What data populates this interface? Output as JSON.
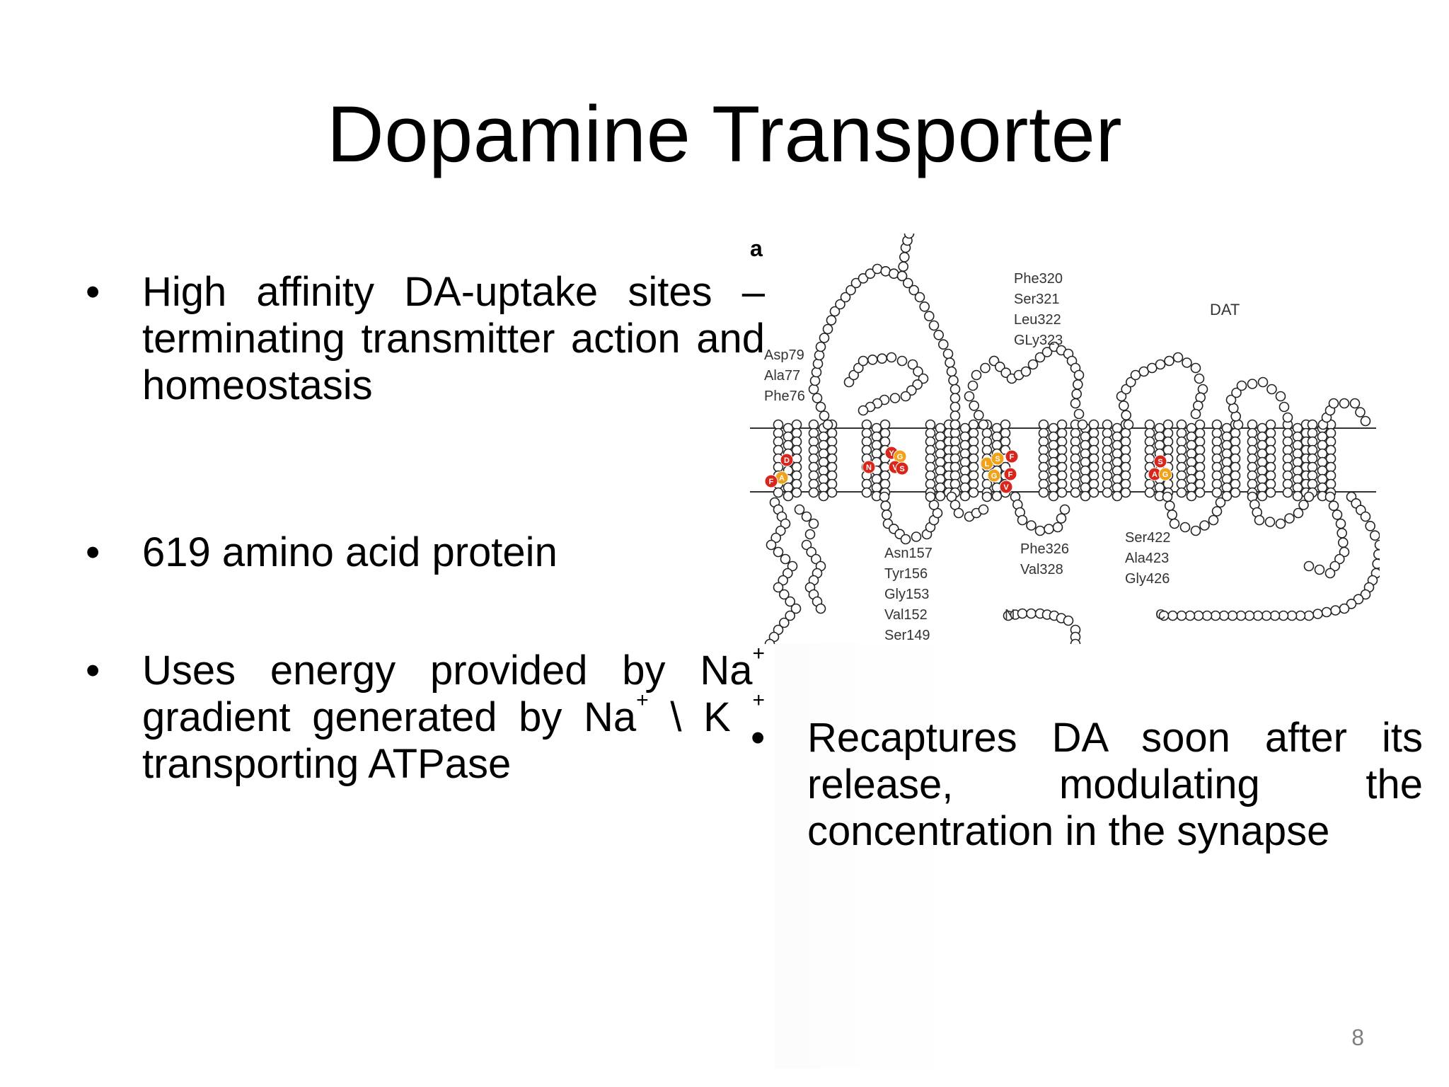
{
  "slide": {
    "title": "Dopamine Transporter",
    "page_number": "8"
  },
  "bullets": {
    "b1": "High affinity DA-uptake sites – terminating transmitter action and homeostasis",
    "b2": "619 amino acid protein",
    "b3_parts": {
      "p1": "Uses energy provided by Na",
      "sup1": "+",
      "p2": " gradient generated by Na",
      "sup2": "+",
      "p3": " \\ K ",
      "sup3": "+",
      "p4": " transporting ATPase"
    },
    "b4": "Recaptures DA soon after its release, modulating the concentration in the synapse"
  },
  "figure": {
    "panel_label": "a",
    "protein_label": "DAT",
    "n_terminus": "N",
    "c_terminus": "C",
    "labels_top_left": [
      "Asp79",
      "Ala77",
      "Phe76"
    ],
    "labels_top_center": [
      "Phe320",
      "Ser321",
      "Leu322",
      "GLy323"
    ],
    "labels_bottom_1": [
      "Asn157",
      "Tyr156",
      "Gly153",
      "Val152",
      "Ser149"
    ],
    "labels_bottom_2": [
      "Phe326",
      "Val328"
    ],
    "labels_bottom_3": [
      "Ser422",
      "Ala423",
      "Gly426"
    ],
    "highlight_residues": [
      "D",
      "A",
      "F",
      "N",
      "Y",
      "G",
      "V",
      "S",
      "L",
      "S",
      "F",
      "G",
      "F",
      "V",
      "S",
      "A",
      "G"
    ],
    "colors": {
      "red": "#d9261c",
      "orange": "#f0a21b",
      "membrane": "#333333"
    }
  }
}
